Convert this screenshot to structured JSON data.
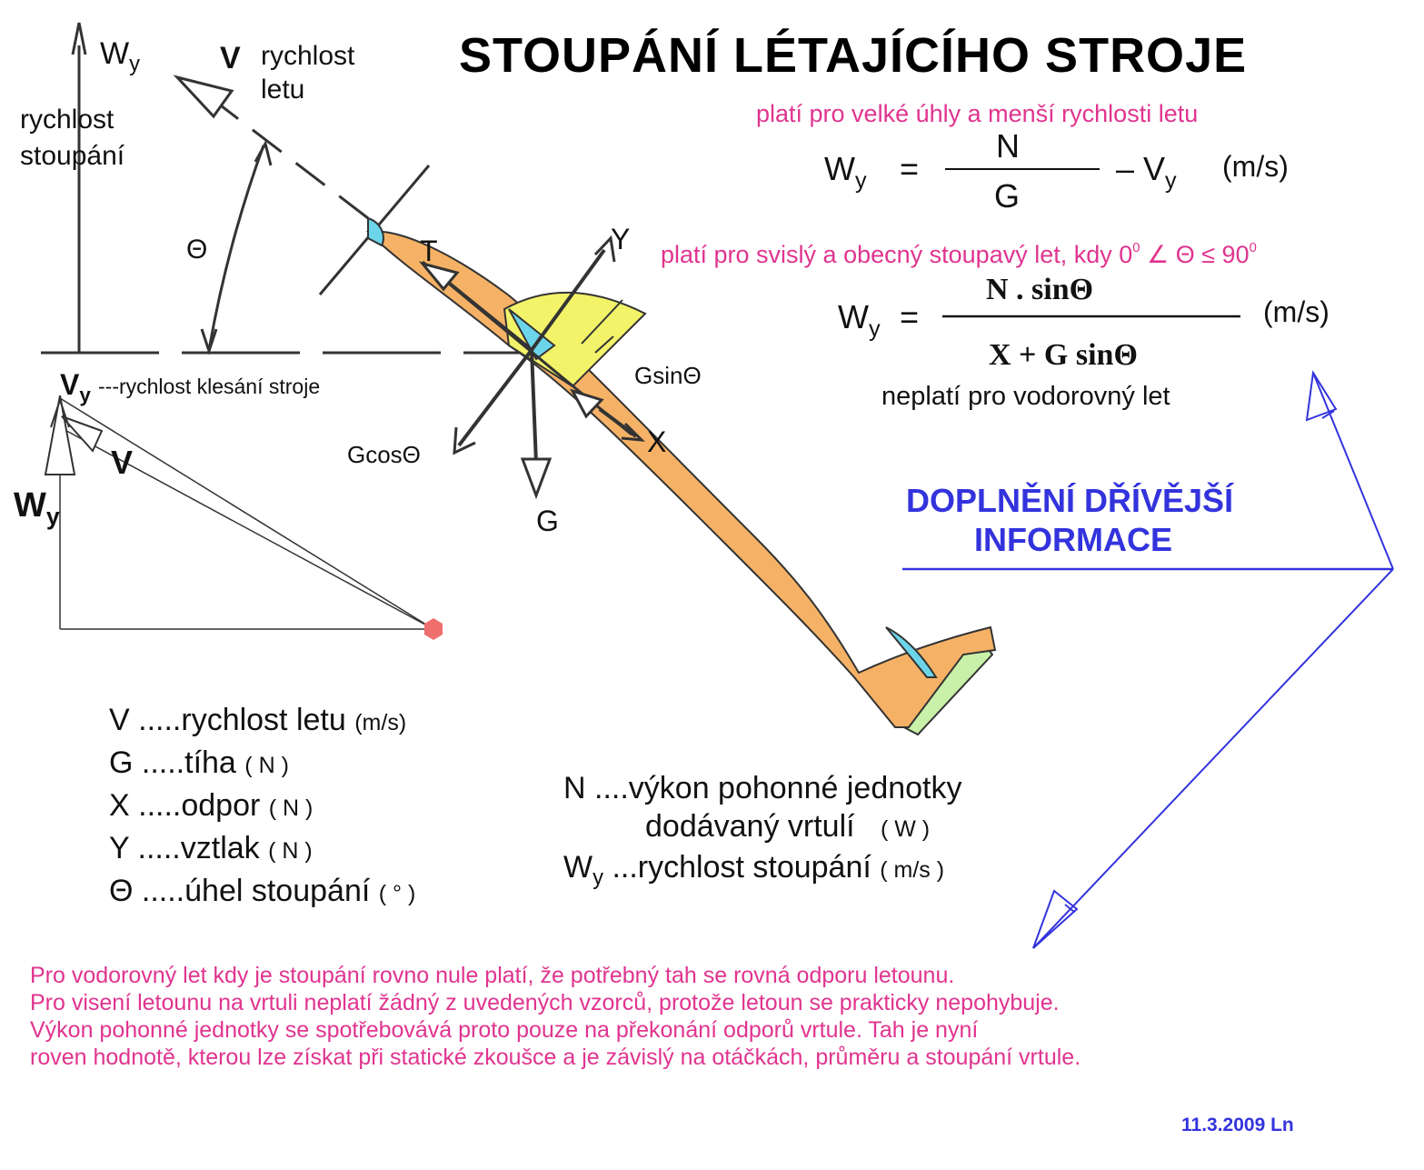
{
  "title": "STOUPÁNÍ LÉTAJÍCÍHO STROJE",
  "formula1": {
    "condition": "platí pro velké úhly a menší rychlosti letu",
    "lhs": "W",
    "lhs_sub": "y",
    "eq": "=",
    "numerator": "N",
    "denominator": "G",
    "minus": "–",
    "rhs": "V",
    "rhs_sub": "y",
    "unit": "(m/s)"
  },
  "formula2": {
    "condition": "platí pro svislý a obecný stoupavý let, kdy 0",
    "cond_sup1": "0",
    "cond_rel": " ∠ Θ ≤ 90",
    "cond_sup2": "0",
    "lhs": "W",
    "lhs_sub": "y",
    "eq": "=",
    "numerator": "N . sinΘ",
    "denominator": "X + G sinΘ",
    "unit": "(m/s)",
    "note": "neplatí pro vodorovný let"
  },
  "callout": {
    "line1": "DOPLNĚNÍ  DŘÍVĚJŠÍ",
    "line2": "INFORMACE"
  },
  "diagram": {
    "wy_label": "W",
    "wy_sub": "y",
    "climb_line1": "rychlost",
    "climb_line2": "stoupání",
    "v_label": "V",
    "v_line1": "rychlost",
    "v_line2": "letu",
    "theta": "Θ",
    "vy_label": "V",
    "vy_sub": "y",
    "vy_text": "---rychlost klesání stroje",
    "tri_v": "V",
    "tri_wy": "W",
    "tri_wy_sub": "y",
    "force_T": "T",
    "force_Y": "Y",
    "force_X": "X",
    "force_G": "G",
    "gsin": "GsinΘ",
    "gcos": "GcosΘ"
  },
  "legend": [
    {
      "term": "V",
      "desc": " .....rychlost letu",
      "unit": "(m/s)"
    },
    {
      "term": "G",
      "desc": " .....tíha",
      "unit": "( N )"
    },
    {
      "term": "X",
      "desc": " .....odpor",
      "unit": "( N )"
    },
    {
      "term": "Y",
      "desc": " .....vztlak",
      "unit": "( N )"
    },
    {
      "term": "Θ",
      "desc": " .....úhel stoupání",
      "unit": "( ° )"
    }
  ],
  "legend2": {
    "n_line1": "N ....výkon pohonné jednotky",
    "n_line2": "dodávaný vrtulí",
    "n_unit": "( W )",
    "wy_term": "W",
    "wy_sub": "y",
    "wy_desc": " ...rychlost stoupání",
    "wy_unit": "( m/s )"
  },
  "notes": [
    "Pro vodorovný let kdy je stoupání rovno nule platí, že potřebný tah se rovná odporu letounu.",
    "Pro visení letounu na vrtuli neplatí žádný z uvedených vzorců, protože letoun se prakticky nepohybuje.",
    "Výkon pohonné jednotky se spotřebovává proto pouze na překonání odporů vrtule.  Tah je nyní",
    "roven hodnotě, kterou lze získat při statické zkoušce a je závislý na otáčkách, průměru a stoupání vrtule."
  ],
  "signature": "11.3.2009  Ln",
  "colors": {
    "fuselage": "#f5b266",
    "wing": "#f3f36a",
    "stabilizer": "#c9f0a8",
    "propeller_hub": "#6cd5ea",
    "pink_text": "#e0348f",
    "blue_text": "#3333dd",
    "marker": "#ef6e6e"
  }
}
